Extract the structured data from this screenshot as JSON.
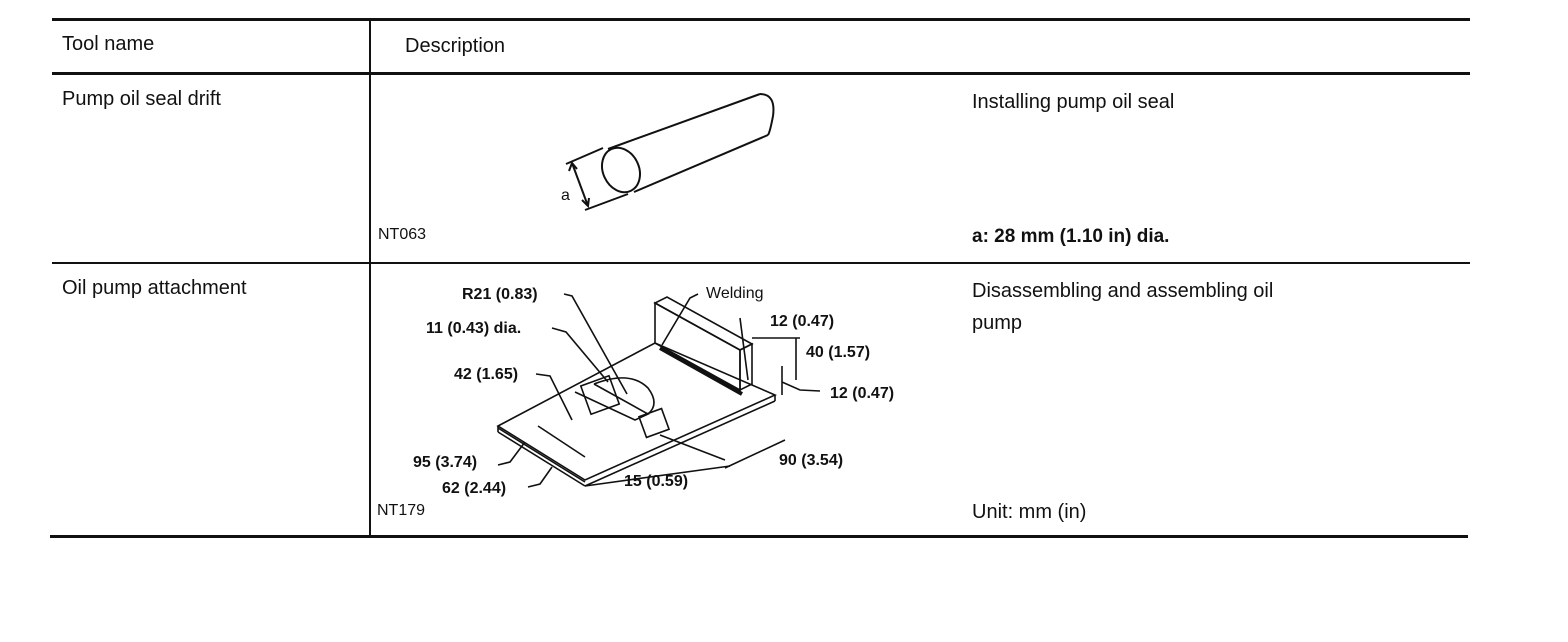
{
  "table": {
    "headers": {
      "tool_name": "Tool name",
      "description": "Description"
    },
    "rows": [
      {
        "tool_name": "Pump oil seal drift",
        "figure_code": "NT063",
        "purpose": "Installing pump oil seal",
        "spec": "a: 28 mm (1.10 in) dia.",
        "labels": {
          "a": "a"
        }
      },
      {
        "tool_name": "Oil pump attachment",
        "figure_code": "NT179",
        "purpose_line1": "Disassembling and assembling oil",
        "purpose_line2": "pump",
        "spec": "Unit: mm (in)",
        "labels": {
          "r21": "R21 (0.83)",
          "welding": "Welding",
          "dia11": "11 (0.43) dia.",
          "d12a": "12 (0.47)",
          "d40": "40 (1.57)",
          "d42": "42 (1.65)",
          "d12b": "12 (0.47)",
          "d95": "95 (3.74)",
          "d90": "90 (3.54)",
          "d62": "62 (2.44)",
          "d15": "15 (0.59)"
        }
      }
    ]
  }
}
